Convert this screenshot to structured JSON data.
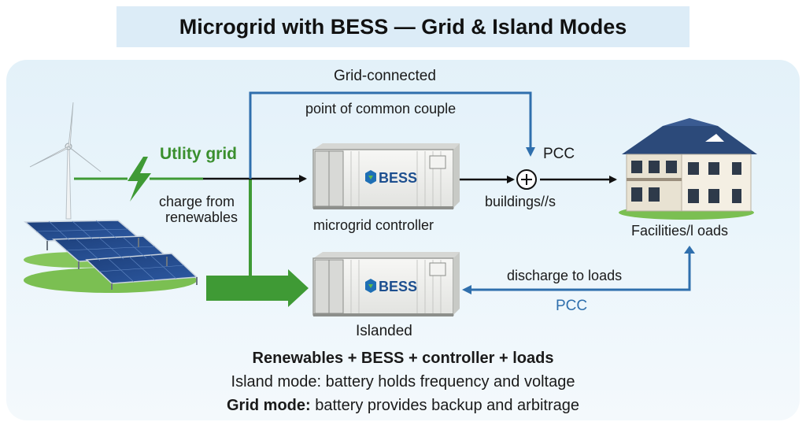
{
  "title": "Microgrid with BESS — Grid & Island Modes",
  "labels": {
    "grid_connected": "Grid-connected",
    "pcc_desc": "point of common couple",
    "utility_grid": "Utlity grid",
    "charge_from": "charge from",
    "renewables": "renewables",
    "pcc_top": "PCC",
    "buildings": "buildings//s",
    "microgrid_controller": "microgrid controller",
    "facilities": "Facilities/l oads",
    "discharge": "discharge to loads",
    "pcc_bottom": "PCC",
    "islanded": "Islanded"
  },
  "bess_top_label": "BESS",
  "bess_bottom_label": "BESS",
  "footer": {
    "line1": "Renewables + BESS + controller + loads",
    "line2": "Island mode: battery holds frequency and voltage",
    "line3_bold": "Grid mode:",
    "line3_rest": " battery provides backup and arbitrage"
  },
  "colors": {
    "blue_line": "#2f6fad",
    "green_line": "#3f9a35",
    "utility_text": "#3a8f2e",
    "pcc_bottom_text": "#2f6fad"
  }
}
